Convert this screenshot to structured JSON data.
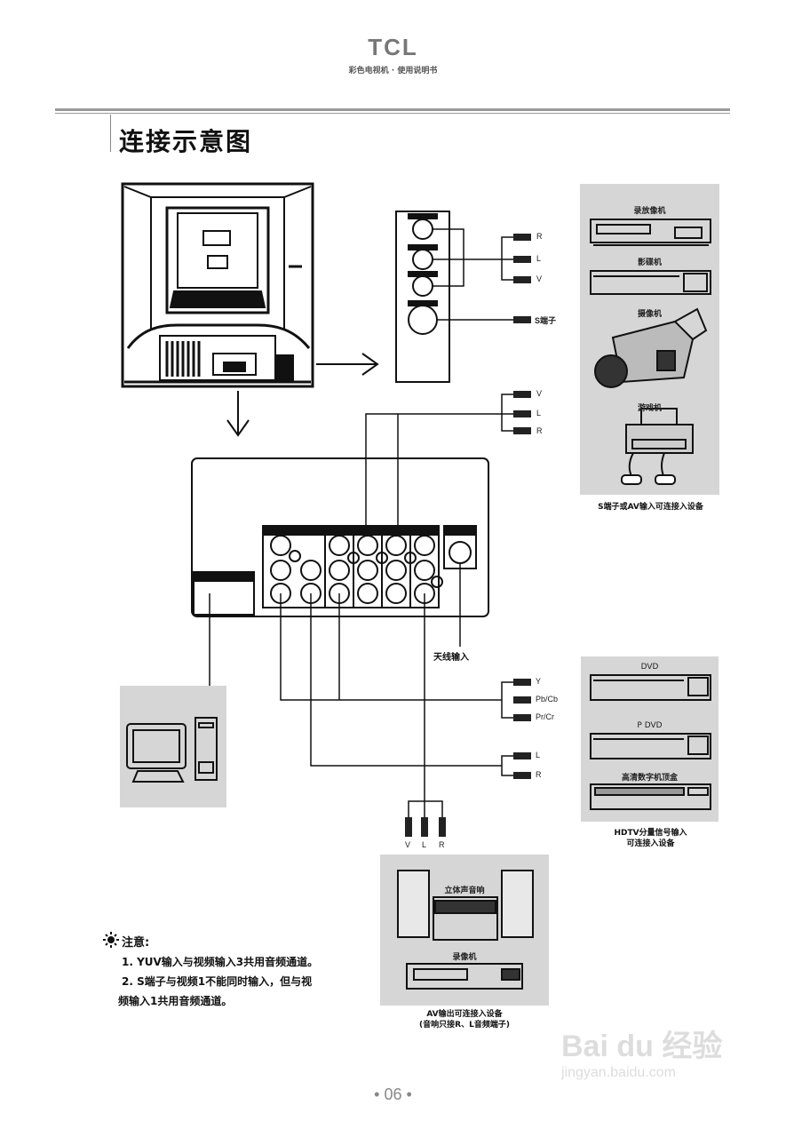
{
  "header": {
    "brand": "TCL",
    "subtitle": "彩色电视机 · 使用说明书"
  },
  "page_title": "连接示意图",
  "panel_s_av": {
    "devices": [
      "录放像机",
      "影碟机",
      "摄像机",
      "游戏机"
    ],
    "caption": "S端子或AV输入可连接入设备"
  },
  "side_jacks": {
    "labels": [
      "R",
      "L",
      "V",
      "S端子"
    ]
  },
  "rear_av_jacks": {
    "labels": [
      "V",
      "L",
      "R"
    ]
  },
  "antenna_label": "天线输入",
  "yuv_jacks": {
    "labels": [
      "Y",
      "Pb/Cb",
      "Pr/Cr"
    ]
  },
  "audio_jacks": {
    "labels": [
      "L",
      "R"
    ]
  },
  "av_out_jacks": {
    "labels": [
      "V",
      "L",
      "R"
    ]
  },
  "panel_hdtv": {
    "devices": [
      "DVD",
      "P DVD",
      "高清数字机顶盒"
    ],
    "caption_line1": "HDTV分量信号输入",
    "caption_line2": "可连接入设备"
  },
  "panel_av_out": {
    "devices": [
      "立体声音响",
      "录像机"
    ],
    "caption_line1": "AV输出可连接入设备",
    "caption_line2": "(音响只接R、L音频端子)"
  },
  "notes": {
    "title": "注意:",
    "lines": [
      "1. YUV输入与视频输入3共用音频通道。",
      "2. S端子与视频1不能同时输入，但与视",
      "频输入1共用音频通道。"
    ]
  },
  "page_number": "• 06 •",
  "watermark": {
    "brand": "Bai du 经验",
    "url": "jingyan.baidu.com"
  }
}
